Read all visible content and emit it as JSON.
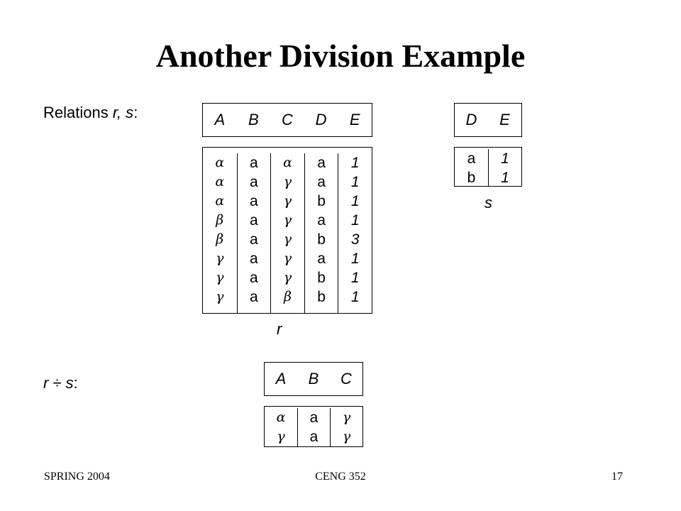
{
  "title": "Another Division Example",
  "intro_label": {
    "text": "Relations ",
    "vars": "r, s",
    "suffix": ":"
  },
  "result_label": {
    "r": "r",
    "op": " ÷ ",
    "s": "s",
    "suffix": ":"
  },
  "relation_r": {
    "name": "r",
    "headers": [
      "A",
      "B",
      "C",
      "D",
      "E"
    ],
    "columns": [
      [
        "α",
        "α",
        "α",
        "β",
        "β",
        "γ",
        "γ",
        "γ"
      ],
      [
        "a",
        "a",
        "a",
        "a",
        "a",
        "a",
        "a",
        "a"
      ],
      [
        "α",
        "γ",
        "γ",
        "γ",
        "γ",
        "γ",
        "γ",
        "β"
      ],
      [
        "a",
        "a",
        "b",
        "a",
        "b",
        "a",
        "b",
        "b"
      ],
      [
        "1",
        "1",
        "1",
        "1",
        "3",
        "1",
        "1",
        "1"
      ]
    ]
  },
  "relation_s": {
    "name": "s",
    "headers": [
      "D",
      "E"
    ],
    "columns": [
      [
        "a",
        "b"
      ],
      [
        "1",
        "1"
      ]
    ]
  },
  "relation_result": {
    "headers": [
      "A",
      "B",
      "C"
    ],
    "columns": [
      [
        "α",
        "γ"
      ],
      [
        "a",
        "a"
      ],
      [
        "γ",
        "γ"
      ]
    ]
  },
  "footer": {
    "left": "SPRING 2004",
    "center": "CENG 352",
    "right": "17"
  }
}
